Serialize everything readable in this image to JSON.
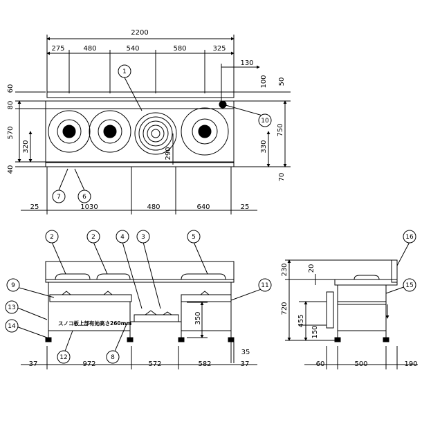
{
  "plan_view": {
    "dims_top": {
      "overall": "2200",
      "segments": [
        "275",
        "480",
        "540",
        "580",
        "325"
      ],
      "flue_offset": "130"
    },
    "dims_left": [
      "60",
      "80",
      "570",
      "320",
      "40"
    ],
    "dims_right": [
      "100",
      "50",
      "750",
      "330",
      "70"
    ],
    "burner_dim": "290",
    "dims_bottom": [
      "25",
      "1030",
      "480",
      "640",
      "25"
    ],
    "callouts": [
      "1",
      "7",
      "6",
      "10"
    ]
  },
  "front_view": {
    "callouts": [
      "2",
      "2",
      "4",
      "3",
      "5",
      "9",
      "11",
      "13",
      "14",
      "12",
      "8"
    ],
    "note": "スノコ板上部有効高さ260mm",
    "dim_vertical": "350",
    "dim_small": "35",
    "dims_bottom": [
      "37",
      "972",
      "572",
      "582",
      "37"
    ]
  },
  "side_view": {
    "callouts": [
      "16",
      "15"
    ],
    "dims_left": [
      "230",
      "20",
      "720",
      "455",
      "150"
    ],
    "dims_bottom": [
      "60",
      "500",
      "190"
    ]
  },
  "colors": {
    "line": "#000000",
    "background": "#ffffff"
  }
}
